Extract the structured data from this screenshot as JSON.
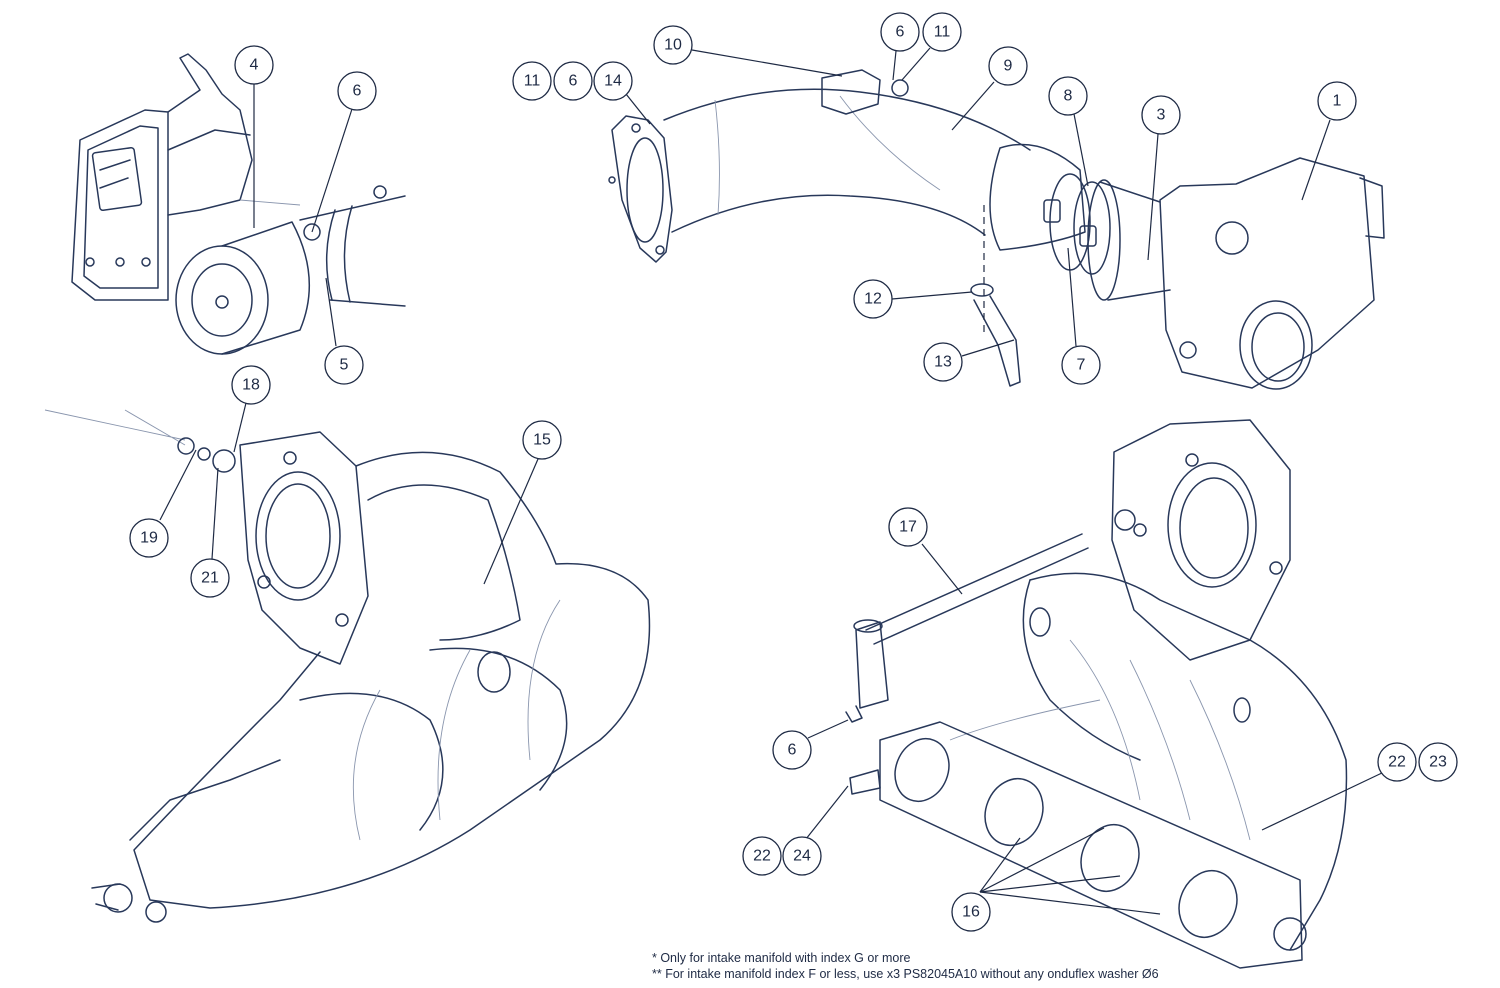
{
  "callouts": {
    "tl_4": "4",
    "tl_6": "6",
    "tl_5": "5",
    "tr_10": "10",
    "tr_6": "6",
    "tr_11a": "11",
    "tr_11b": "11",
    "tr_6b": "6",
    "tr_14": "14",
    "tr_9": "9",
    "tr_8": "8",
    "tr_3": "3",
    "tr_1": "1",
    "tr_12": "12",
    "tr_13": "13",
    "tr_7": "7",
    "bl_18": "18",
    "bl_15": "15",
    "bl_19": "19",
    "bl_21": "21",
    "br_17": "17",
    "br_6": "6",
    "br_22a": "22",
    "br_23": "23",
    "br_22b": "22",
    "br_24": "24",
    "br_16": "16"
  },
  "footnotes": {
    "note1": "* Only for intake manifold with index G or more",
    "note2": "** For intake manifold index F or less, use x3 PS82045A10 without any onduflex washer Ø6"
  }
}
